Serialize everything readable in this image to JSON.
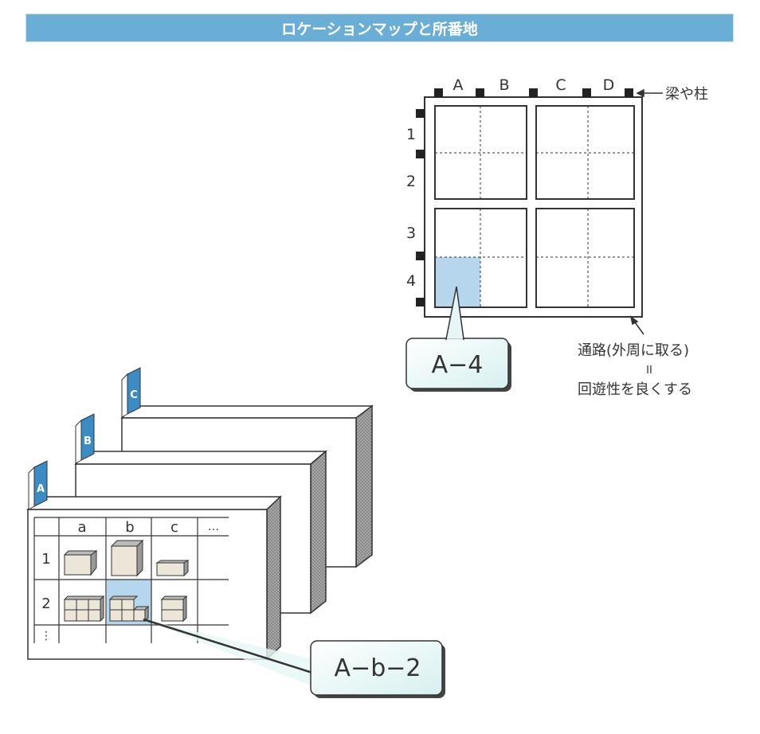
{
  "title": "ロケーションマップと所番地",
  "floor_map": {
    "columns": [
      "A",
      "B",
      "C",
      "D"
    ],
    "rows": [
      "1",
      "2",
      "3",
      "4"
    ],
    "pillar_label": "梁や柱",
    "highlight_label": "A−4",
    "aisle_note": "通路(外周に取る)",
    "equals": "II",
    "aisle_benefit": "回遊性を良くする"
  },
  "racks": {
    "tabs": [
      "A",
      "B",
      "C"
    ],
    "columns": [
      "a",
      "b",
      "c",
      "…"
    ],
    "rows": [
      "1",
      "2",
      "⋮"
    ],
    "highlight_label": "A−b−2"
  },
  "colors": {
    "accent": "#6aaed6",
    "highlight": "#b5d6ec",
    "callout": "#e6f6f6"
  }
}
